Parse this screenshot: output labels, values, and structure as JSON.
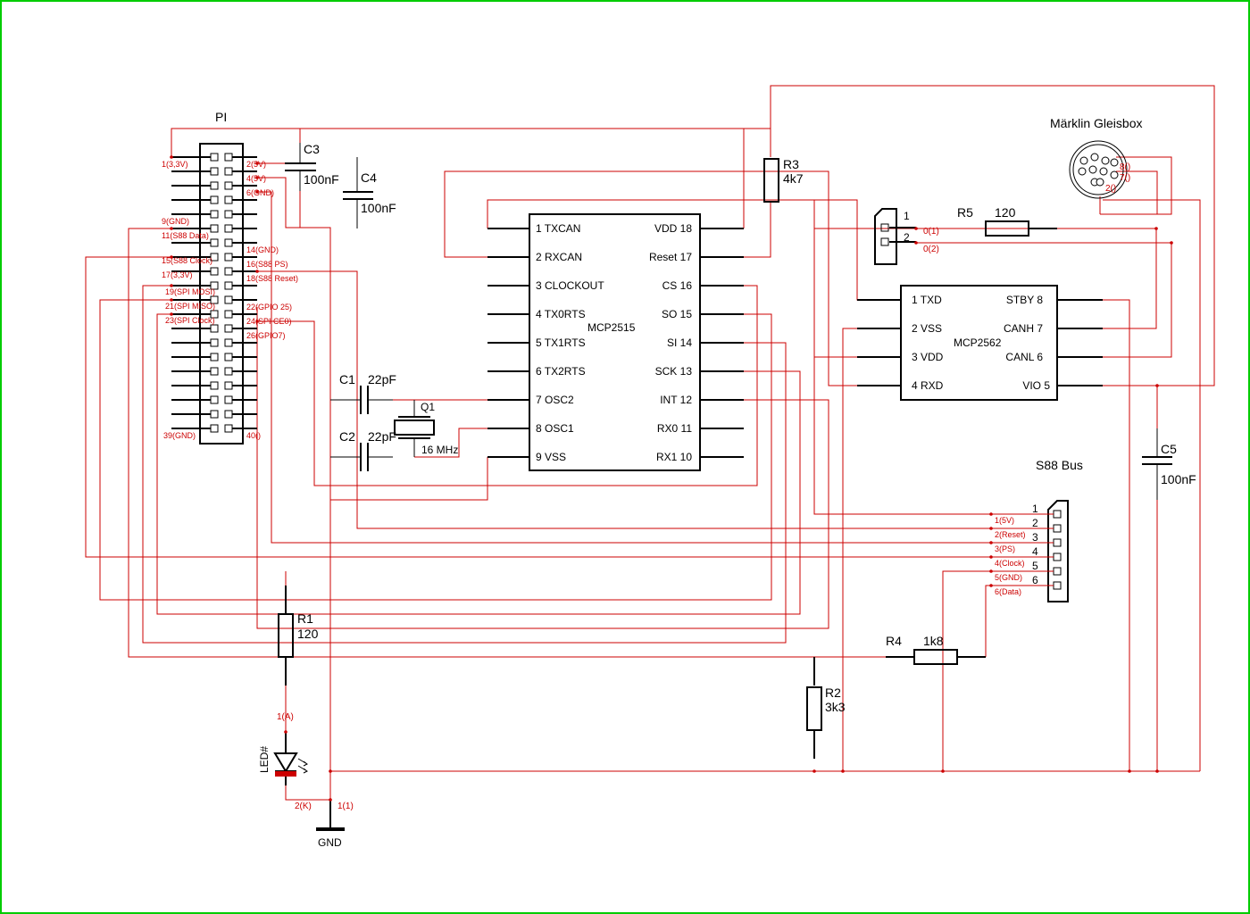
{
  "pi": {
    "title": "PI",
    "pins_left": [
      "1(3,3V)",
      "9(GND)",
      "11(S88 Data)",
      "15(S88 Clock)",
      "17(3,3V)",
      "19(SPI MOSI)",
      "21(SPI MISO)",
      "23(SPI Clock)",
      "39(GND)"
    ],
    "pins_right": [
      "2(5V)",
      "4(5V)",
      "6(GND)",
      "14(GND)",
      "16(S88 PS)",
      "18(S88 Reset)",
      "22(GPIO 25)",
      "24(SPI CE0)",
      "26(GPIO7)",
      "40()"
    ]
  },
  "c3": {
    "name": "C3",
    "value": "100nF"
  },
  "c4": {
    "name": "C4",
    "value": "100nF"
  },
  "c1": {
    "name": "C1",
    "value": "22pF"
  },
  "c2": {
    "name": "C2",
    "value": "22pF"
  },
  "c5": {
    "name": "C5",
    "value": "100nF"
  },
  "q1": {
    "name": "Q1",
    "value": "16 MHz"
  },
  "r1": {
    "name": "R1",
    "value": "120"
  },
  "r2": {
    "name": "R2",
    "value": "3k3"
  },
  "r3": {
    "name": "R3",
    "value": "4k7"
  },
  "r4": {
    "name": "R4",
    "value": "1k8"
  },
  "r5": {
    "name": "R5",
    "value": "120"
  },
  "mcp2515": {
    "name": "MCP2515",
    "left": [
      "1 TXCAN",
      "2 RXCAN",
      "3 CLOCKOUT",
      "4 TX0RTS",
      "5 TX1RTS",
      "6 TX2RTS",
      "7 OSC2",
      "8 OSC1",
      "9 VSS"
    ],
    "right": [
      "VDD 18",
      "Reset 17",
      "CS 16",
      "SO 15",
      "SI 14",
      "SCK 13",
      "INT 12",
      "RX0 11",
      "RX1 10"
    ]
  },
  "mcp2562": {
    "name": "MCP2562",
    "left": [
      "1 TXD",
      "2 VSS",
      "3 VDD",
      "4 RXD"
    ],
    "right": [
      "STBY 8",
      "CANH 7",
      "CANL 6",
      "VIO 5"
    ]
  },
  "gleisbox": {
    "title": "Märklin Gleisbox",
    "pins": [
      "8()",
      "7()",
      "2()"
    ]
  },
  "term_conn": {
    "pins": [
      "1",
      "2"
    ],
    "labels": [
      "0(1)",
      "0(2)"
    ]
  },
  "s88": {
    "title": "S88 Bus",
    "numbers": [
      "1",
      "2",
      "3",
      "4",
      "5",
      "6"
    ],
    "labels": [
      "1(5V)",
      "2(Reset)",
      "3(PS)",
      "4(Clock)",
      "5(GND)",
      "6(Data)"
    ]
  },
  "led": {
    "name": "LED#",
    "anode": "1(A)",
    "cathode": "2(K)"
  },
  "gnd": {
    "label": "GND",
    "pin": "1(1)"
  }
}
